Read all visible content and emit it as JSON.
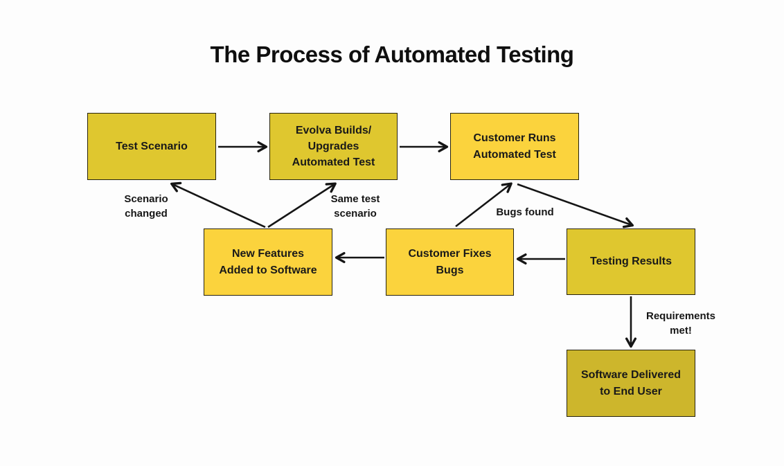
{
  "title": "The Process of Automated Testing",
  "colors": {
    "bright_yellow": "#fbd33d",
    "mustard": "#dfc72f",
    "olive_gold": "#cdb62c",
    "box_border": "#26220f",
    "arrow": "#151515",
    "text": "#191919",
    "background": "#fdfdfd"
  },
  "nodes": [
    {
      "id": "test-scenario",
      "label": "Test Scenario"
    },
    {
      "id": "evolva-builds-upgrades-test",
      "label": "Evolva Builds/\nUpgrades\nAutomated Test"
    },
    {
      "id": "customer-runs-automated-test",
      "label": "Customer Runs\nAutomated Test"
    },
    {
      "id": "new-features-added",
      "label": "New Features\nAdded to Software"
    },
    {
      "id": "customer-fixes-bugs",
      "label": "Customer Fixes\nBugs"
    },
    {
      "id": "testing-results",
      "label": "Testing Results"
    },
    {
      "id": "software-delivered",
      "label": "Software Delivered\nto End User"
    }
  ],
  "edges": [
    {
      "from": "test-scenario",
      "to": "evolva-builds-upgrades-test",
      "label": ""
    },
    {
      "from": "evolva-builds-upgrades-test",
      "to": "customer-runs-automated-test",
      "label": ""
    },
    {
      "from": "customer-runs-automated-test",
      "to": "testing-results",
      "label": ""
    },
    {
      "from": "customer-fixes-bugs",
      "to": "customer-runs-automated-test",
      "label": "Bugs found"
    },
    {
      "from": "testing-results",
      "to": "customer-fixes-bugs",
      "label": ""
    },
    {
      "from": "customer-fixes-bugs",
      "to": "new-features-added",
      "label": ""
    },
    {
      "from": "new-features-added",
      "to": "evolva-builds-upgrades-test",
      "label": "Same test\nscenario"
    },
    {
      "from": "new-features-added",
      "to": "test-scenario",
      "label": "Scenario\nchanged"
    },
    {
      "from": "testing-results",
      "to": "software-delivered",
      "label": "Requirements\nmet!"
    }
  ]
}
